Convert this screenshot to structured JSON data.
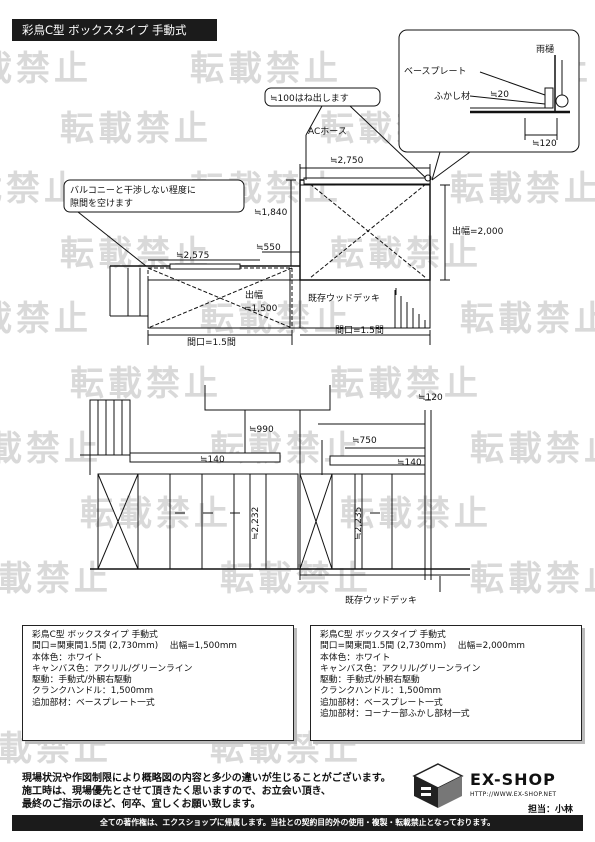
{
  "title": "彩鳥C型 ボックスタイプ 手動式",
  "watermark": "転載禁止",
  "plan": {
    "hamidashi_note": "≒100はね出します",
    "ac_hose": "ACホース",
    "balcony_note_1": "バルコニーと干渉しない程度に",
    "balcony_note_2": "隙間を空けます",
    "dim_2750": "≒2,750",
    "dim_1840": "≒1,840",
    "dim_2575": "≒2,575",
    "dim_550": "≒550",
    "demaba_1500_a": "出幅",
    "demaba_1500_b": "=1,500",
    "maguchi_left": "間口=1.5間",
    "maguchi_right": "間口=1.5間",
    "demaba_2000": "出幅=2,000",
    "deck": "既存ウッドデッキ"
  },
  "detail": {
    "amadoi": "雨樋",
    "base_plate": "ベースプレート",
    "fukashi": "ふかし材",
    "dim_20": "≒20",
    "dim_120": "≒120"
  },
  "elevation": {
    "dim_990": "≒990",
    "dim_750": "≒750",
    "dim_140_left": "≒140",
    "dim_140_right": "≒140",
    "dim_120": "≒120",
    "dim_2232": "≒2,232",
    "dim_2235": "≒2,235",
    "deck": "既存ウッドデッキ"
  },
  "spec_left": [
    "彩鳥C型 ボックスタイプ 手動式",
    "間口=関東間1.5間 (2,730mm)　 出幅=1,500mm",
    "本体色：ホワイト",
    "キャンバス色：アクリル/グリーンライン",
    "駆動：手動式/外観右駆動",
    "クランクハンドル：1,500mm",
    "追加部材：ベースプレート一式"
  ],
  "spec_right": [
    "彩鳥C型 ボックスタイプ 手動式",
    "間口=関東間1.5間 (2,730mm)　 出幅=2,000mm",
    "本体色：ホワイト",
    "キャンバス色：アクリル/グリーンライン",
    "駆動：手動式/外観右駆動",
    "クランクハンドル：1,500mm",
    "追加部材：ベースプレート一式",
    "追加部材：コーナー部ふかし部材一式"
  ],
  "notes": [
    "現場状況や作図制限により概略図の内容と多少の違いが生じることがございます。",
    "施工時は、現場優先とさせて頂きたく思いますので、お立会い頂き、",
    "最終のご指示のほど、何卒、宜しくお願い致します。"
  ],
  "logo": {
    "name": "EX-SHOP",
    "url": "HTTP://WWW.EX-SHOP.NET",
    "staff": "担当：小林"
  },
  "footer": "全ての著作権は、エクスショップに帰属します。当社との契約目的外の使用・複製・転載禁止となっております。"
}
